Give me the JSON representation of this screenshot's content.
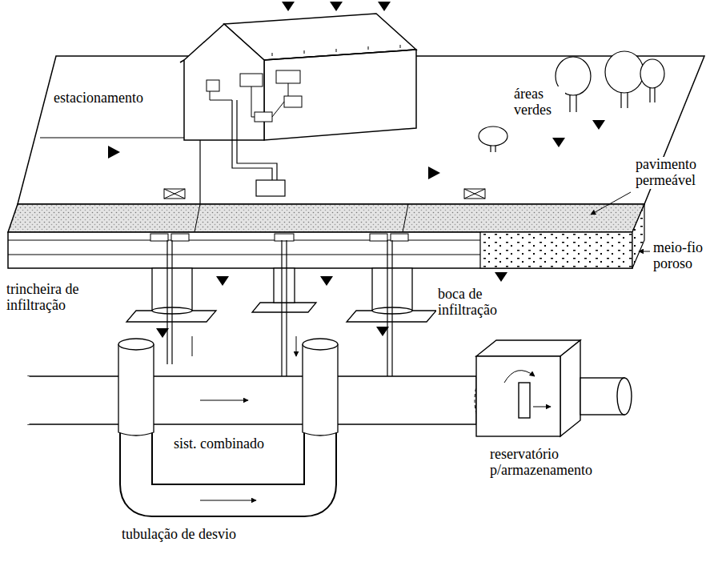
{
  "diagram": {
    "labels": [
      "estacionamento",
      "áreas verdes",
      "pavimento permeável",
      "meio-fio poroso",
      "trincheira de infiltração",
      "boca de infiltração",
      "sist. combinado",
      "reservatório p/armazenamento",
      "tubulação de desvio"
    ]
  }
}
